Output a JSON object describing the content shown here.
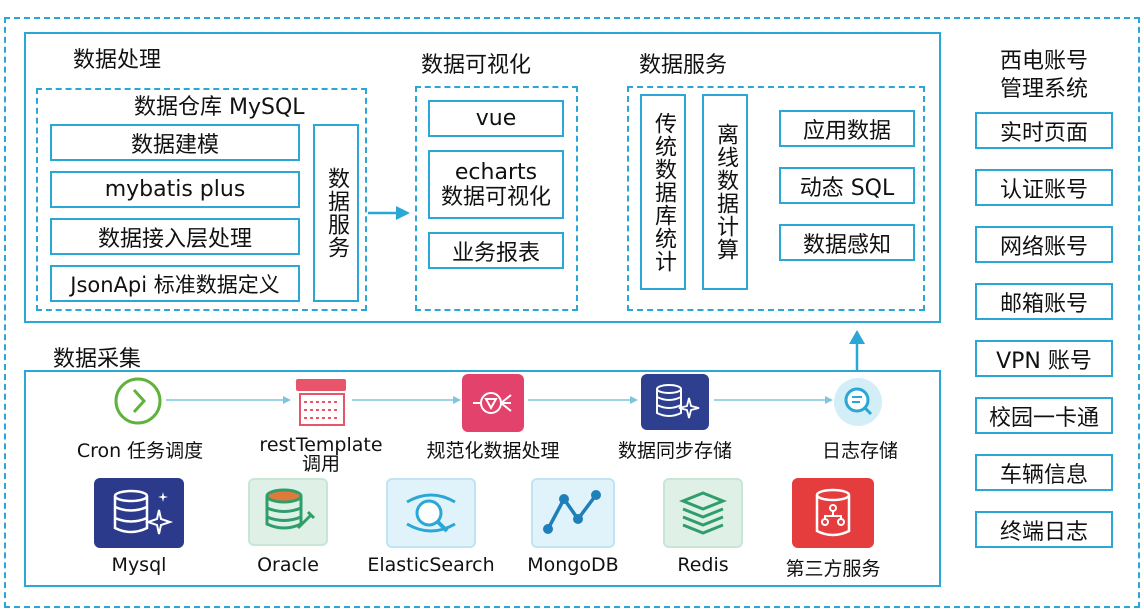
{
  "colors": {
    "accent": "#2aa7d6",
    "text": "#111111"
  },
  "processing": {
    "title": "数据处理",
    "warehouse_title": "数据仓库 MySQL",
    "items": [
      "数据建模",
      "mybatis plus",
      "数据接入层处理",
      "JsonApi 标准数据定义"
    ],
    "service_vertical": "数据服务"
  },
  "visualization": {
    "title": "数据可视化",
    "items": [
      "vue",
      "echarts\n数据可视化",
      "业务报表"
    ]
  },
  "services": {
    "title": "数据服务",
    "vertical_1": "传统数据库统计",
    "vertical_2": "离线数据计算",
    "items": [
      "应用数据",
      "动态 SQL",
      "数据感知"
    ]
  },
  "sidebar": {
    "title": "西电账号\n管理系统",
    "items": [
      "实时页面",
      "认证账号",
      "网络账号",
      "邮箱账号",
      "VPN 账号",
      "校园一卡通",
      "车辆信息",
      "终端日志"
    ]
  },
  "collection": {
    "title": "数据采集",
    "flow": [
      {
        "label": "Cron 任务调度",
        "icon": "clock-circle-icon"
      },
      {
        "label": "restTemplate\n调用",
        "icon": "rest-call-icon"
      },
      {
        "label": "规范化数据处理",
        "icon": "normalize-data-icon"
      },
      {
        "label": "数据同步存储",
        "icon": "database-sync-icon"
      },
      {
        "label": "日志存储",
        "icon": "log-search-icon"
      }
    ],
    "sources": [
      {
        "label": "Mysql",
        "icon": "mysql-database-icon"
      },
      {
        "label": "Oracle",
        "icon": "oracle-database-icon"
      },
      {
        "label": "ElasticSearch",
        "icon": "elasticsearch-icon"
      },
      {
        "label": "MongoDB",
        "icon": "mongodb-icon"
      },
      {
        "label": "Redis",
        "icon": "redis-icon"
      },
      {
        "label": "第三方服务",
        "icon": "third-party-service-icon"
      }
    ]
  }
}
